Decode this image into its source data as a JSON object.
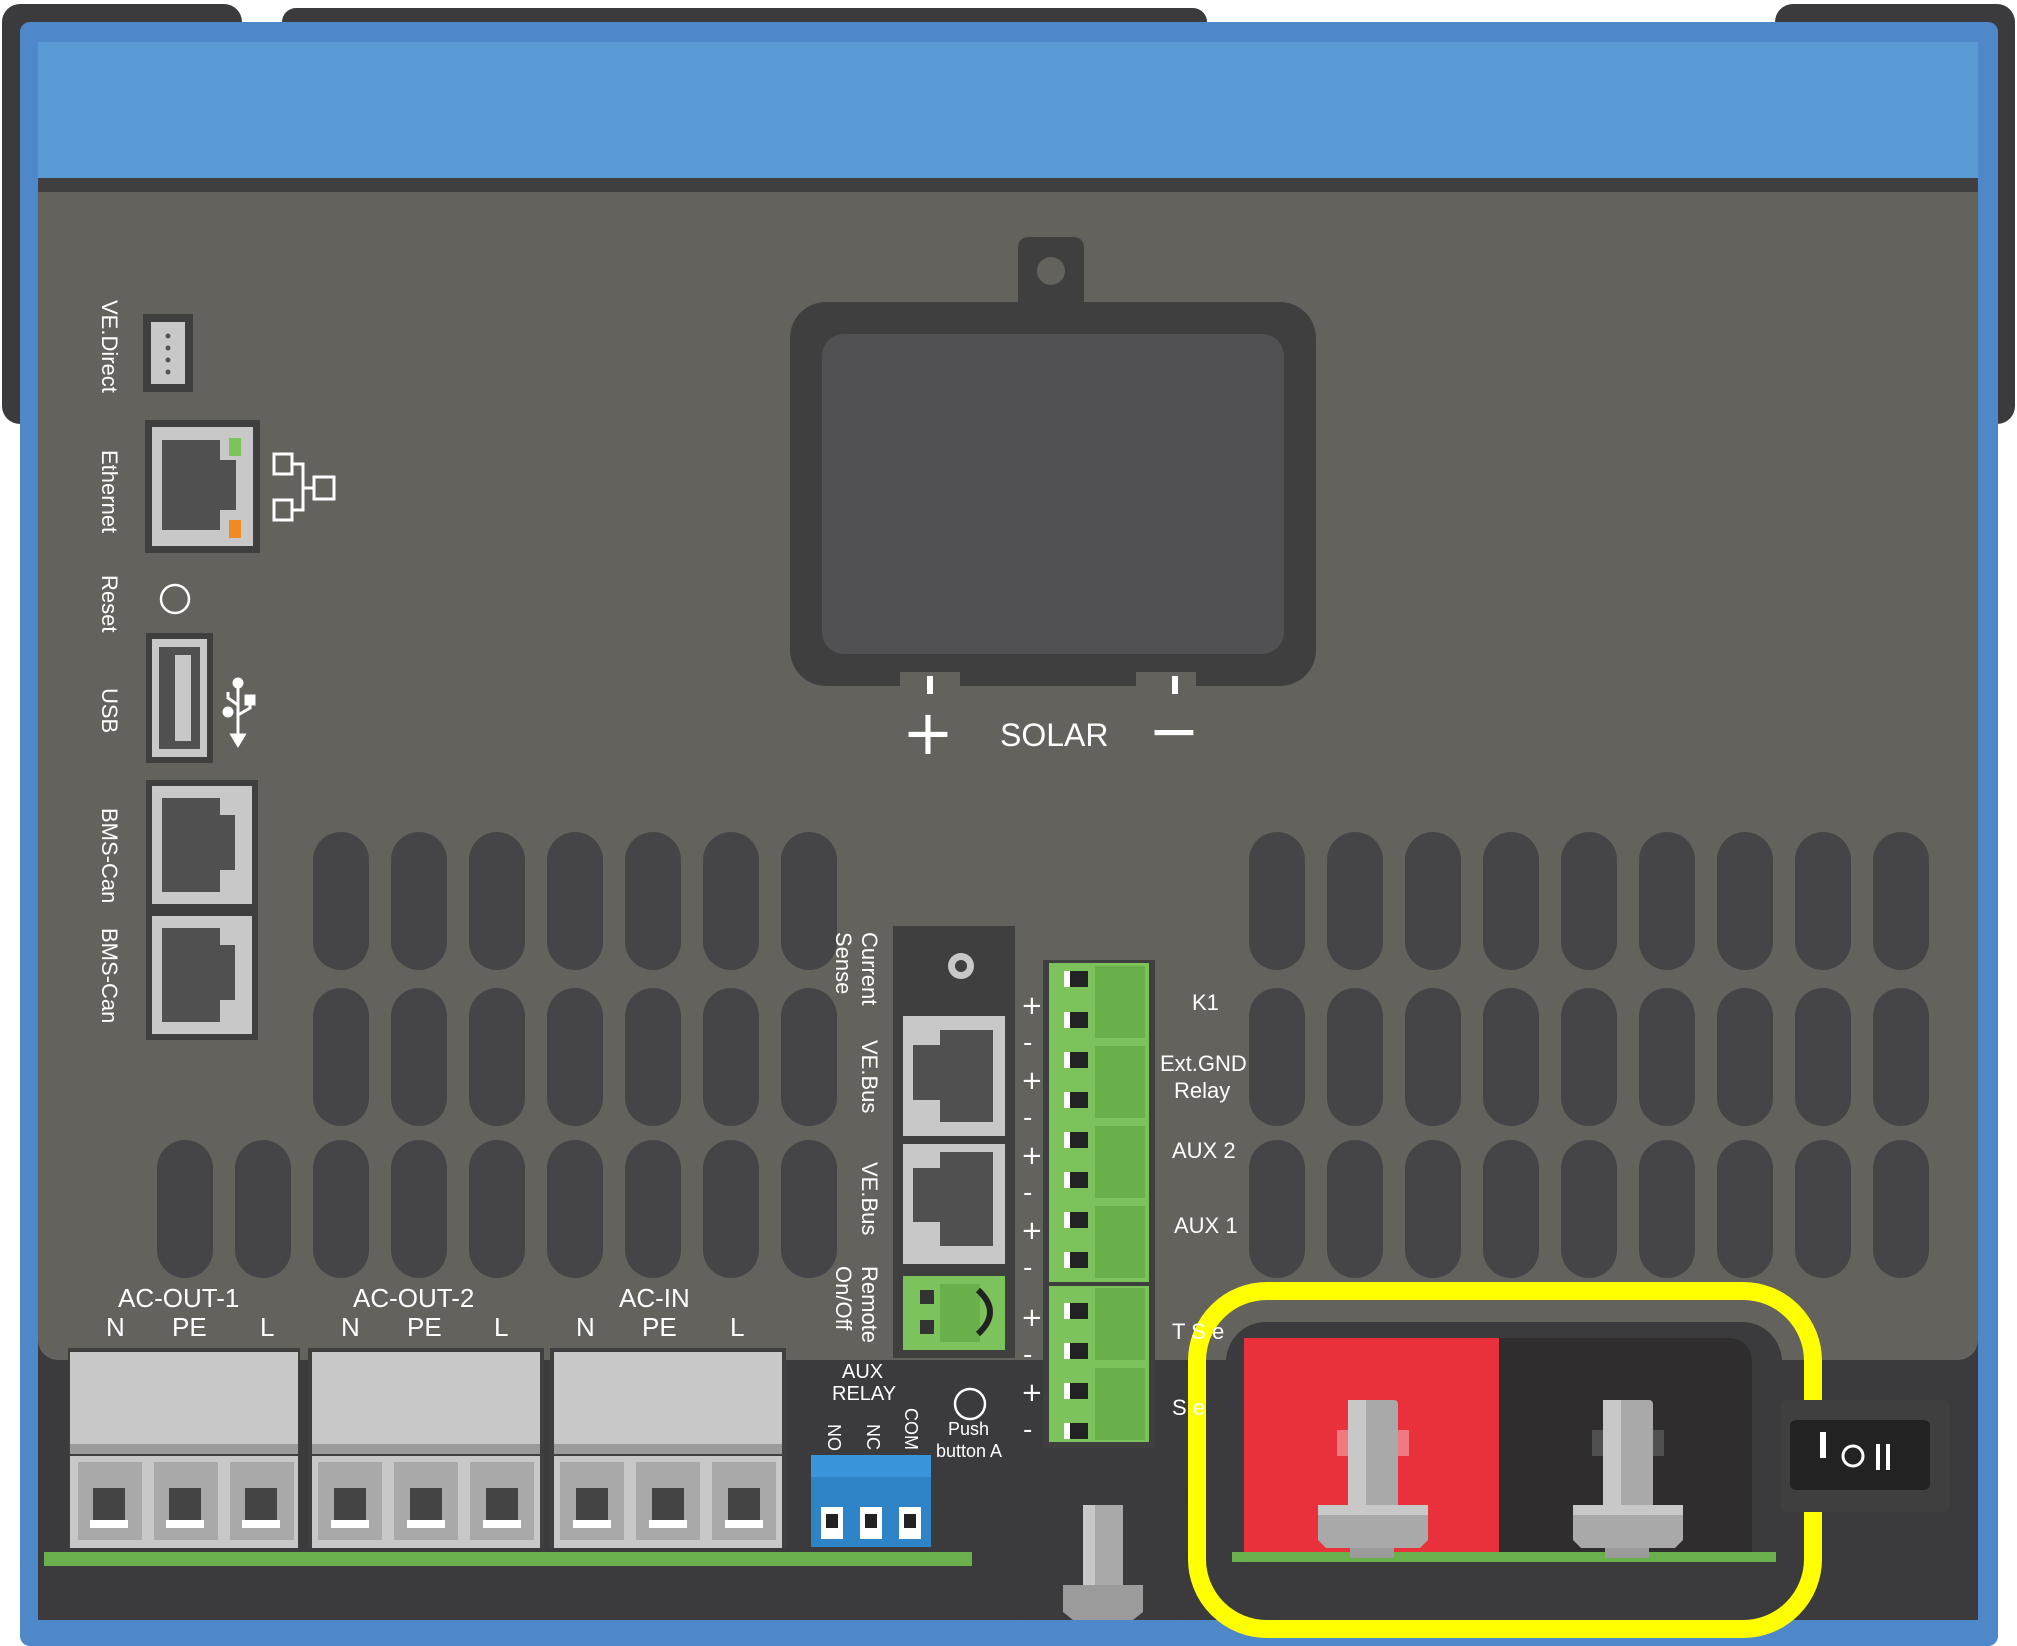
{
  "solar": {
    "label": "SOLAR",
    "plus": "+",
    "minus": "−"
  },
  "left_ports": {
    "ve_direct": "VE.Direct",
    "ethernet": "Ethernet",
    "reset": "Reset",
    "usb": "USB",
    "bms_can_1": "BMS-Can",
    "bms_can_2": "BMS-Can"
  },
  "ac_groups": [
    {
      "title": "AC-OUT-1",
      "terminals": [
        "N",
        "PE",
        "L"
      ]
    },
    {
      "title": "AC-OUT-2",
      "terminals": [
        "N",
        "PE",
        "L"
      ]
    },
    {
      "title": "AC-IN",
      "terminals": [
        "N",
        "PE",
        "L"
      ]
    }
  ],
  "center_ports": {
    "current_sense": "Current Sense",
    "ve_bus_1": "VE.Bus",
    "ve_bus_2": "VE.Bus",
    "remote_on_off": "Remote On/Off"
  },
  "aux_relay": {
    "title_line1": "AUX",
    "title_line2": "RELAY",
    "contacts": [
      "NO",
      "NC",
      "COM"
    ]
  },
  "push_button": {
    "line1": "Push",
    "line2": "button A"
  },
  "terminal_signs": [
    "+",
    "-",
    "+",
    "-",
    "+",
    "-",
    "+",
    "-",
    "+",
    "-",
    "+",
    "-"
  ],
  "terminal_labels": {
    "k1": "K1",
    "ext_gnd_line1": "Ext.GND",
    "ext_gnd_line2": "Relay",
    "aux2": "AUX 2",
    "aux1": "AUX 1",
    "temp_sense_partial": "T  S  e",
    "voltage_sense_partial": "S  e"
  },
  "switch": {
    "symbols": "I O II"
  },
  "colors": {
    "frame_blue": "#4f88c9",
    "top_cover": "#5b9bd5",
    "panel": "#63625d",
    "highlight": "#ffff00",
    "battery_plus": "#e8313a",
    "battery_minus": "#2f2d2e",
    "terminal_green": "#7cc35b"
  }
}
